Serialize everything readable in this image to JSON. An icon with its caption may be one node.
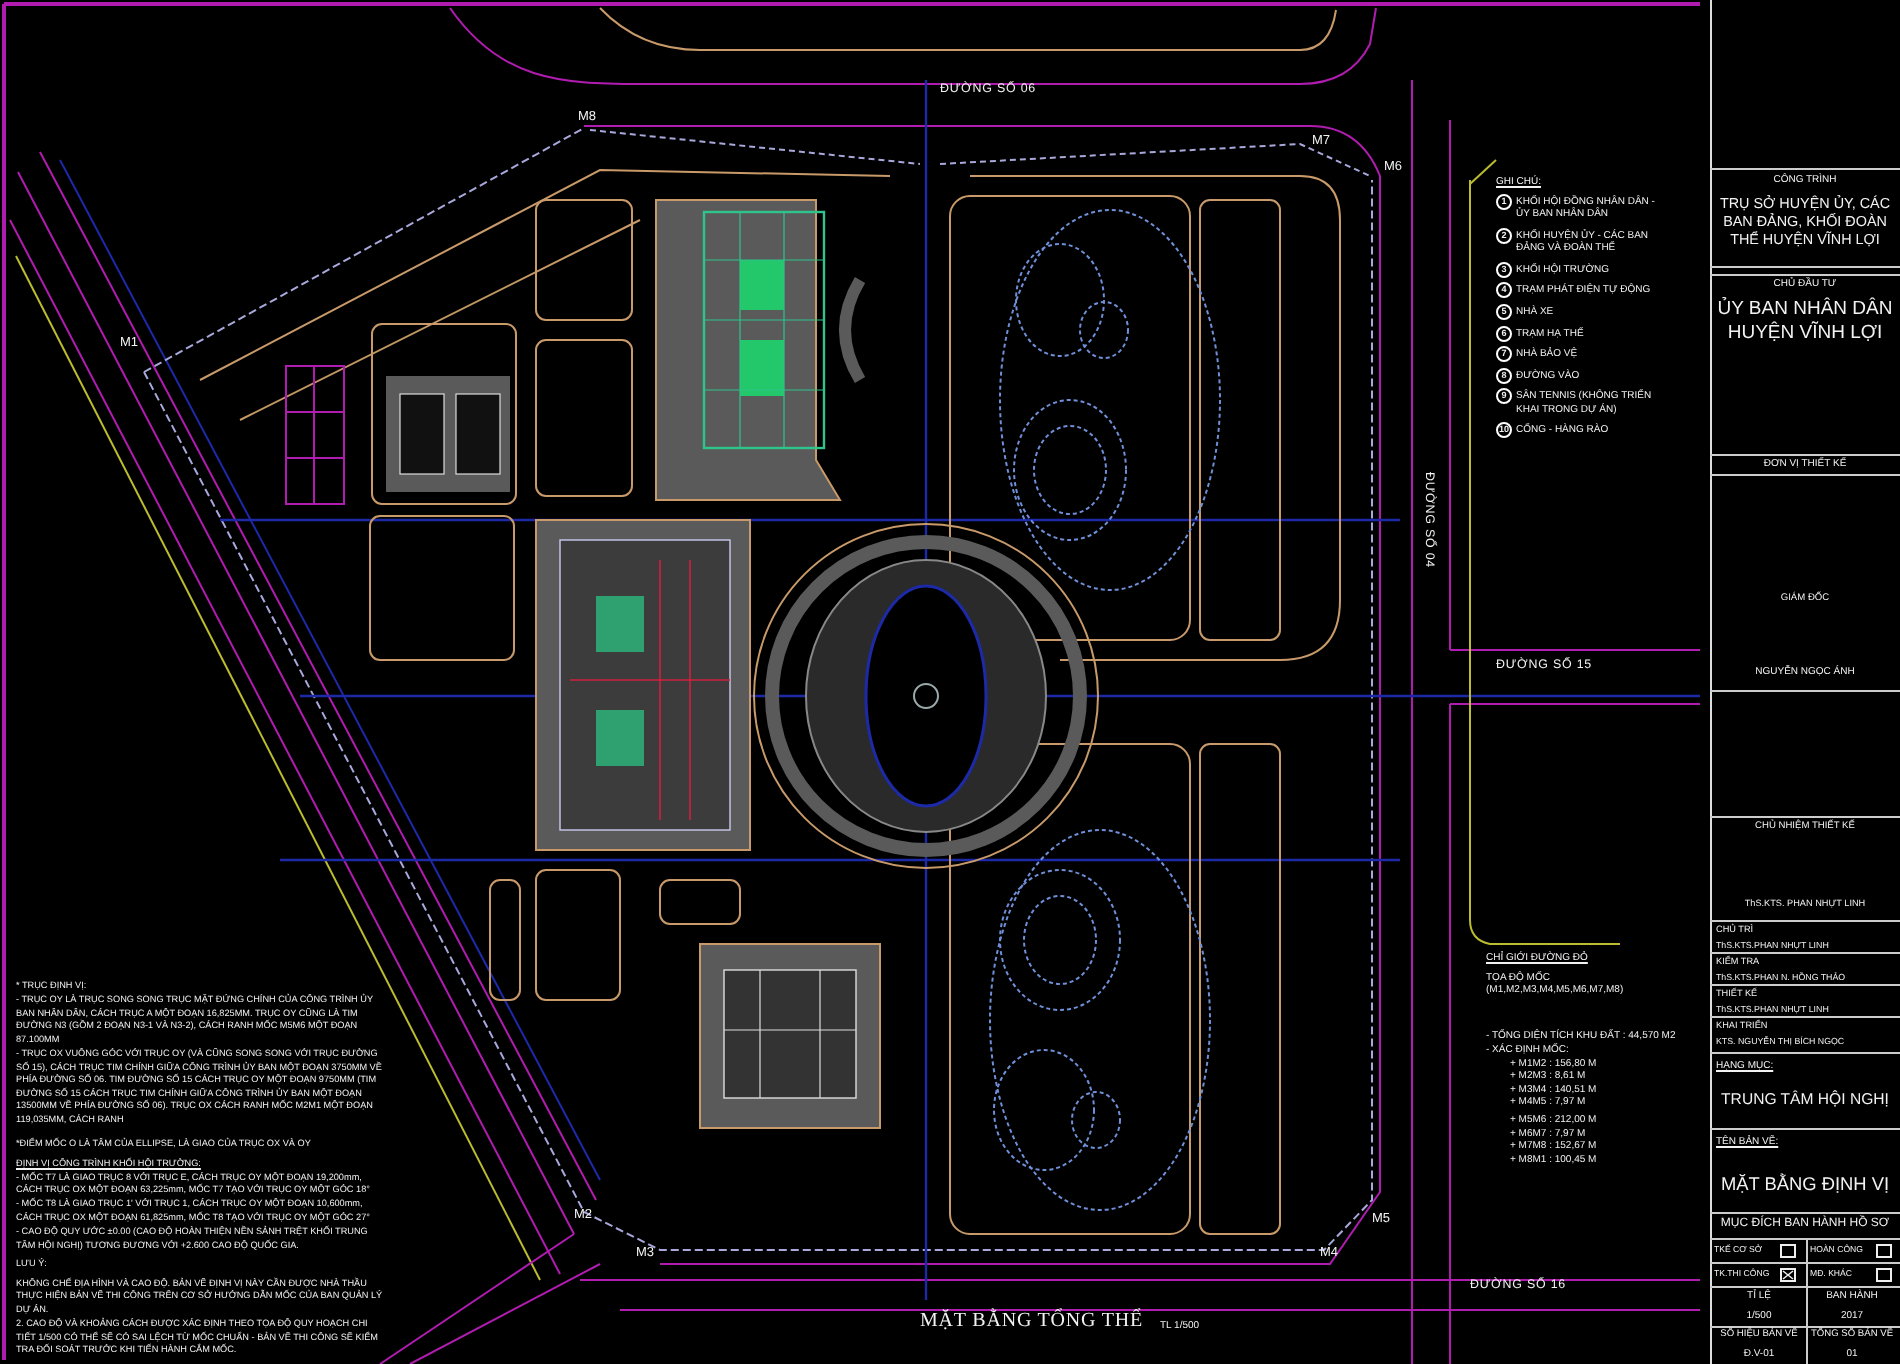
{
  "diagram": {
    "labels": [
      "ĐƯỜNG SỐ 06",
      "M8",
      "M7",
      "M6",
      "M1",
      "ĐƯỜNG SỐ 04",
      "ĐƯỜNG SỐ 15",
      "M2",
      "M3",
      "M4",
      "M5",
      "ĐƯỜNG SỐ 16",
      "MẶT BẰNG TỔNG THỂ",
      "TL 1/500",
      "GHI CHÚ:",
      "1",
      "KHỐI HỘI ĐỒNG NHÂN DÂN - ỦY BAN NHÂN DÂN",
      "2",
      "KHỐI HUYỆN ỦY - CÁC BAN ĐẢNG VÀ ĐOÀN THỂ",
      "3",
      "KHỐI HỘI TRƯỜNG",
      "4",
      "TRẠM PHÁT ĐIỆN TỰ ĐỘNG",
      "5",
      "NHÀ XE",
      "6",
      "TRẠM HẠ THẾ",
      "7",
      "NHÀ BẢO VỆ",
      "8",
      "ĐƯỜNG VÀO",
      "9",
      "SÂN TENNIS (KHÔNG TRIỂN KHAI TRONG DỰ ÁN)",
      "10",
      "CỔNG - HÀNG RÀO",
      "* TRỤC ĐỊNH VỊ:",
      "- TRỤC OY LÀ TRỤC SONG SONG TRỤC MẶT ĐỨNG CHÍNH CỦA CÔNG TRÌNH ỦY BAN NHÂN DÂN, CÁCH TRỤC A MỘT ĐOẠN 16,825MM. TRỤC OY CŨNG LÀ TIM ĐƯỜNG N3 (GỒM 2 ĐOẠN N3-1 VÀ N3-2), CÁCH RANH MỐC M5M6 MỘT ĐOẠN 87.100MM",
      "- TRỤC OX VUÔNG GÓC VỚI TRỤC OY (VÀ CŨNG SONG SONG VỚI TRỤC ĐƯỜNG SỐ 15), CÁCH TRỤC TIM CHÍNH GIỮA CÔNG TRÌNH ỦY BAN MỘT ĐOẠN 3750MM VỀ PHÍA ĐƯỜNG SỐ 06. TIM ĐƯỜNG SỐ 15 CÁCH TRỤC OY MỘT ĐOẠN 9750MM (TIM ĐƯỜNG SỐ 15 CÁCH TRỤC TIM CHÍNH GIỮA CÔNG TRÌNH ỦY BAN MỘT ĐOẠN 13500MM VỀ PHÍA ĐƯỜNG SỐ 06). TRỤC OX CÁCH RANH MỐC M2M1 MỘT ĐOẠN 119,035MM, CÁCH RANH",
      "*ĐIỂM MỐC O LÀ TÂM CỦA ELLIPSE, LÀ GIAO CỦA TRỤC OX VÀ OY",
      "ĐỊNH VỊ CÔNG TRÌNH KHỐI HỘI TRƯỜNG:",
      "- MỐC T7 LÀ GIAO TRỤC 8 VỚI TRỤC E, CÁCH TRỤC OY MỘT ĐOẠN 19,200mm, CÁCH TRỤC OX MỘT ĐOẠN 63,225mm, MỐC T7 TẠO VỚI TRỤC OY MỘT GÓC 18°",
      "- MỐC T8 LÀ GIAO TRỤC 1' VỚI TRỤC 1, CÁCH TRỤC OY MỘT ĐOẠN 10,600mm, CÁCH TRỤC OX MỘT ĐOẠN 61,825mm, MỐC T8 TẠO VỚI TRỤC OY MỘT GÓC 27°",
      "- CAO ĐỘ QUY ƯỚC ±0.00 (CAO ĐỘ HOÀN THIỆN NỀN SẢNH TRỆT KHỐI TRUNG TÂM HỘI NGHỊ) TƯƠNG ĐƯƠNG VỚI +2.600 CAO ĐỘ QUỐC GIA.",
      "LƯU Ý:",
      "KHÔNG CHẾ ĐỊA HÌNH VÀ CAO ĐỘ. BẢN VẼ ĐỊNH VỊ NÀY CẦN ĐƯỢC NHÀ THẦU THỰC HIỆN BẢN VẼ THI CÔNG TRÊN CƠ SỞ HƯỚNG DẪN MỐC CỦA BAN QUẢN LÝ DỰ ÁN.",
      "2. CAO ĐỘ VÀ KHOẢNG CÁCH ĐƯỢC XÁC ĐỊNH THEO TỌA ĐỘ QUY HOẠCH CHI TIẾT 1/500 CÓ THỂ SẼ CÓ SAI LỆCH TỪ MỐC CHUẨN - BẢN VẼ THI CÔNG SẼ KIỂM TRA ĐỐI SOÁT TRƯỚC KHI TIẾN HÀNH CẮM MỐC.",
      "CHỈ GIỚI ĐƯỜNG ĐỎ",
      "TỌA ĐỘ MỐC",
      "(M1,M2,M3,M4,M5,M6,M7,M8)",
      "- TỔNG DIỆN TÍCH KHU ĐẤT : 44,570 M2",
      "- XÁC ĐỊNH MỐC:",
      "+ M1M2 : 156,80 M",
      "+ M2M3 : 8,61 M",
      "+ M3M4 : 140,51 M",
      "+ M4M5 : 7,97 M",
      "+ M5M6 : 212,00 M",
      "+ M6M7 : 7,97 M",
      "+ M7M8 : 152,67 M",
      "+ M8M1 : 100,45 M",
      "CÔNG TRÌNH",
      "TRỤ SỞ HUYỆN ỦY, CÁC BAN ĐẢNG, KHỐI ĐOÀN THỂ HUYỆN VĨNH LỢI",
      "CHỦ ĐẦU TƯ",
      "ỦY BAN NHÂN DÂN HUYỆN VĨNH LỢI",
      "ĐƠN VỊ THIẾT KẾ",
      "GIÁM ĐỐC",
      "NGUYỄN NGỌC ÁNH",
      "CHỦ NHIỆM THIẾT KẾ",
      "ThS.KTS. PHAN NHỰT LINH",
      "CHỦ TRÌ",
      "ThS.KTS.PHAN NHỰT LINH",
      "KIỂM TRA",
      "ThS.KTS.PHAN N. HỒNG THẢO",
      "THIẾT KẾ",
      "ThS.KTS.PHAN NHỰT LINH",
      "KHAI TRIỂN",
      "KTS. NGUYỄN THỊ BÍCH NGỌC",
      "HẠNG MỤC:",
      "TRUNG TÂM HỘI NGHỊ",
      "TÊN BẢN VẼ:",
      "MẶT BẰNG ĐỊNH VỊ",
      "MỤC ĐÍCH BAN HÀNH HỒ SƠ",
      "TKẾ CƠ SỞ",
      "HOÀN CÔNG",
      "TK.THI CÔNG",
      "MĐ. KHÁC",
      "TỈ LỆ",
      "BAN HÀNH",
      "1/500",
      "2017",
      "SỐ HIỆU BẢN VẼ",
      "TỔNG SỐ BẢN VẼ",
      "Đ.V-01",
      "01"
    ]
  }
}
